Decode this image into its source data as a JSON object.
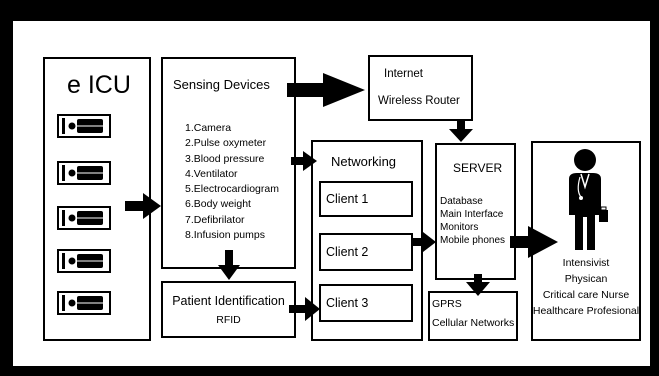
{
  "eicu": {
    "title": "e ICU",
    "beds": [
      "bed-1",
      "bed-2",
      "bed-3",
      "bed-4",
      "bed-5"
    ]
  },
  "sensing": {
    "title": "Sensing Devices",
    "items": [
      "1.Camera",
      "2.Pulse oxymeter",
      "3.Blood pressure",
      "4.Ventilator",
      "5.Electrocardiogram",
      "6.Body weight",
      "7.Defibrilator",
      "8.Infusion pumps"
    ]
  },
  "patient_id": {
    "title": "Patient Identification",
    "sub": "RFID"
  },
  "internet": {
    "line1": "Internet",
    "line2": "Wireless Router"
  },
  "networking": {
    "title": "Networking",
    "clients": [
      "Client 1",
      "Client 2",
      "Client 3"
    ]
  },
  "server": {
    "title": "SERVER",
    "items": [
      "Database",
      "Main Interface",
      "Monitors",
      "Mobile phones"
    ]
  },
  "gprs": {
    "line1": "GPRS",
    "line2": "Cellular Networks"
  },
  "staff": {
    "icon": "doctor-icon",
    "roles": [
      "Intensivist",
      "Physican",
      "Critical care Nurse",
      "Healthcare Profesional"
    ]
  }
}
